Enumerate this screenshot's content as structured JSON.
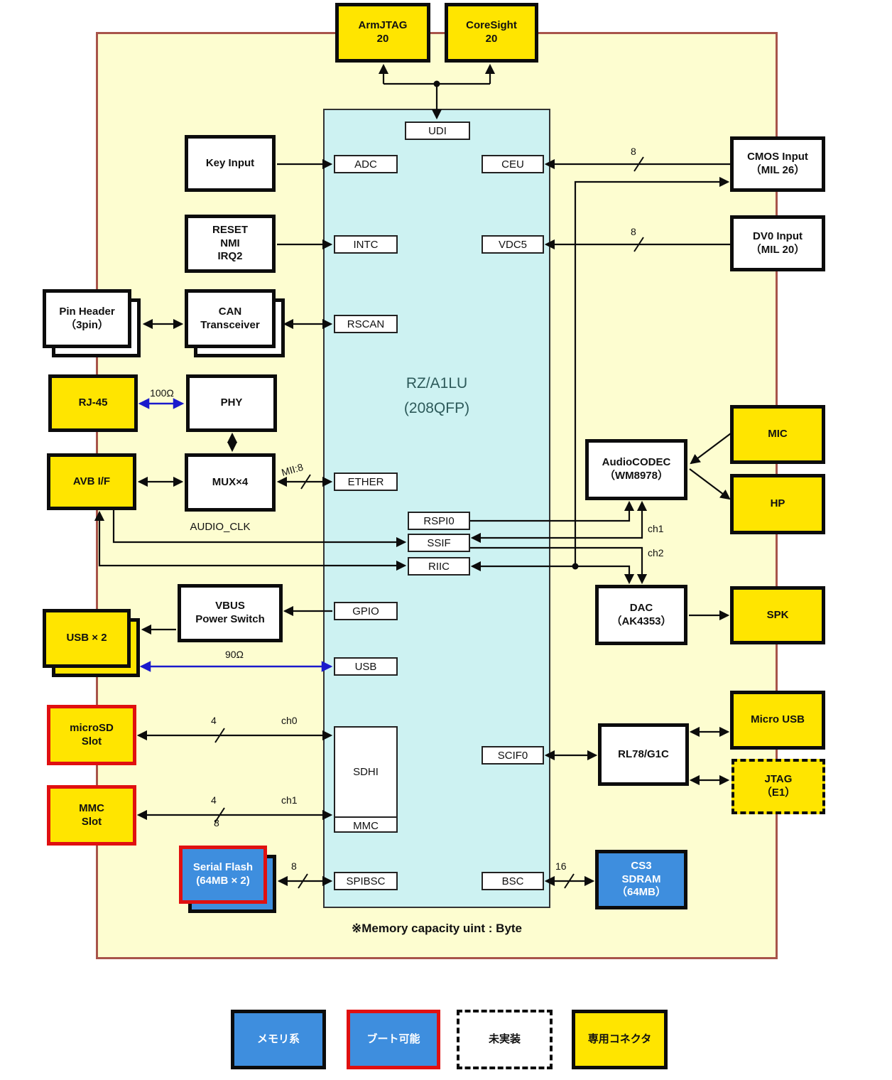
{
  "chip": {
    "title": "RZ/A1LU\n(208QFP)",
    "ports": {
      "udi": "UDI",
      "adc": "ADC",
      "ceu": "CEU",
      "intc": "INTC",
      "vdc5": "VDC5",
      "rscan": "RSCAN",
      "ether": "ETHER",
      "rspi0": "RSPI0",
      "ssif": "SSIF",
      "riic": "RIIC",
      "gpio": "GPIO",
      "usb": "USB",
      "sdhi": "SDHI",
      "mmc": "MMC",
      "spibsc": "SPIBSC",
      "scif0": "SCIF0",
      "bsc": "BSC"
    }
  },
  "peripherals": {
    "arm_jtag": "ArmJTAG\n20",
    "coresight": "CoreSight\n20",
    "key_input": "Key Input",
    "reset": "RESET\nNMI\nIRQ2",
    "pin_header": "Pin Header\n（3pin）",
    "can": "CAN\nTransceiver",
    "rj45": "RJ-45",
    "phy": "PHY",
    "avb": "AVB I/F",
    "mux": "MUX×4",
    "vbus": "VBUS\nPower Switch",
    "usb2": "USB × 2",
    "microsd": "microSD\nSlot",
    "mmc_slot": "MMC\nSlot",
    "serial_flash": "Serial Flash\n(64MB × 2)",
    "cmos": "CMOS Input\n（MIL 26）",
    "dv0": "DV0 Input\n（MIL 20）",
    "mic": "MIC",
    "hp": "HP",
    "codec": "AudioCODEC\n（WM8978）",
    "dac": "DAC\n（AK4353）",
    "spk": "SPK",
    "micro_usb": "Micro USB",
    "jtag_e1": "JTAG\n（E1）",
    "rl78": "RL78/G1C",
    "sdram": "CS3\nSDRAM\n（64MB）"
  },
  "wire_labels": {
    "cmos_width": "8",
    "dv0_width": "8",
    "resistor100": "100Ω",
    "mii": "MII:8",
    "audio_clk": "AUDIO_CLK",
    "audio_ch1": "ch1",
    "audio_ch2": "ch2",
    "resistor90": "90Ω",
    "sd_width": "4",
    "sd_ch0": "ch0",
    "mmc_width4": "4",
    "mmc_width8": "8",
    "mmc_ch1": "ch1",
    "flash_width": "8",
    "sdram_width": "16"
  },
  "footnote": "※Memory capacity uint : Byte",
  "legend": {
    "memory": "メモリ系",
    "bootable": "ブート可能",
    "unmounted": "未実装",
    "connector": "専用コネクタ"
  },
  "colors": {
    "yellow": "#ffe500",
    "blue": "#3e8ede",
    "cyan": "#cdf2f2",
    "bg": "#fdfdd0",
    "red": "#e01010",
    "frame": "#a8544a",
    "wireblue": "#1a1acc"
  }
}
